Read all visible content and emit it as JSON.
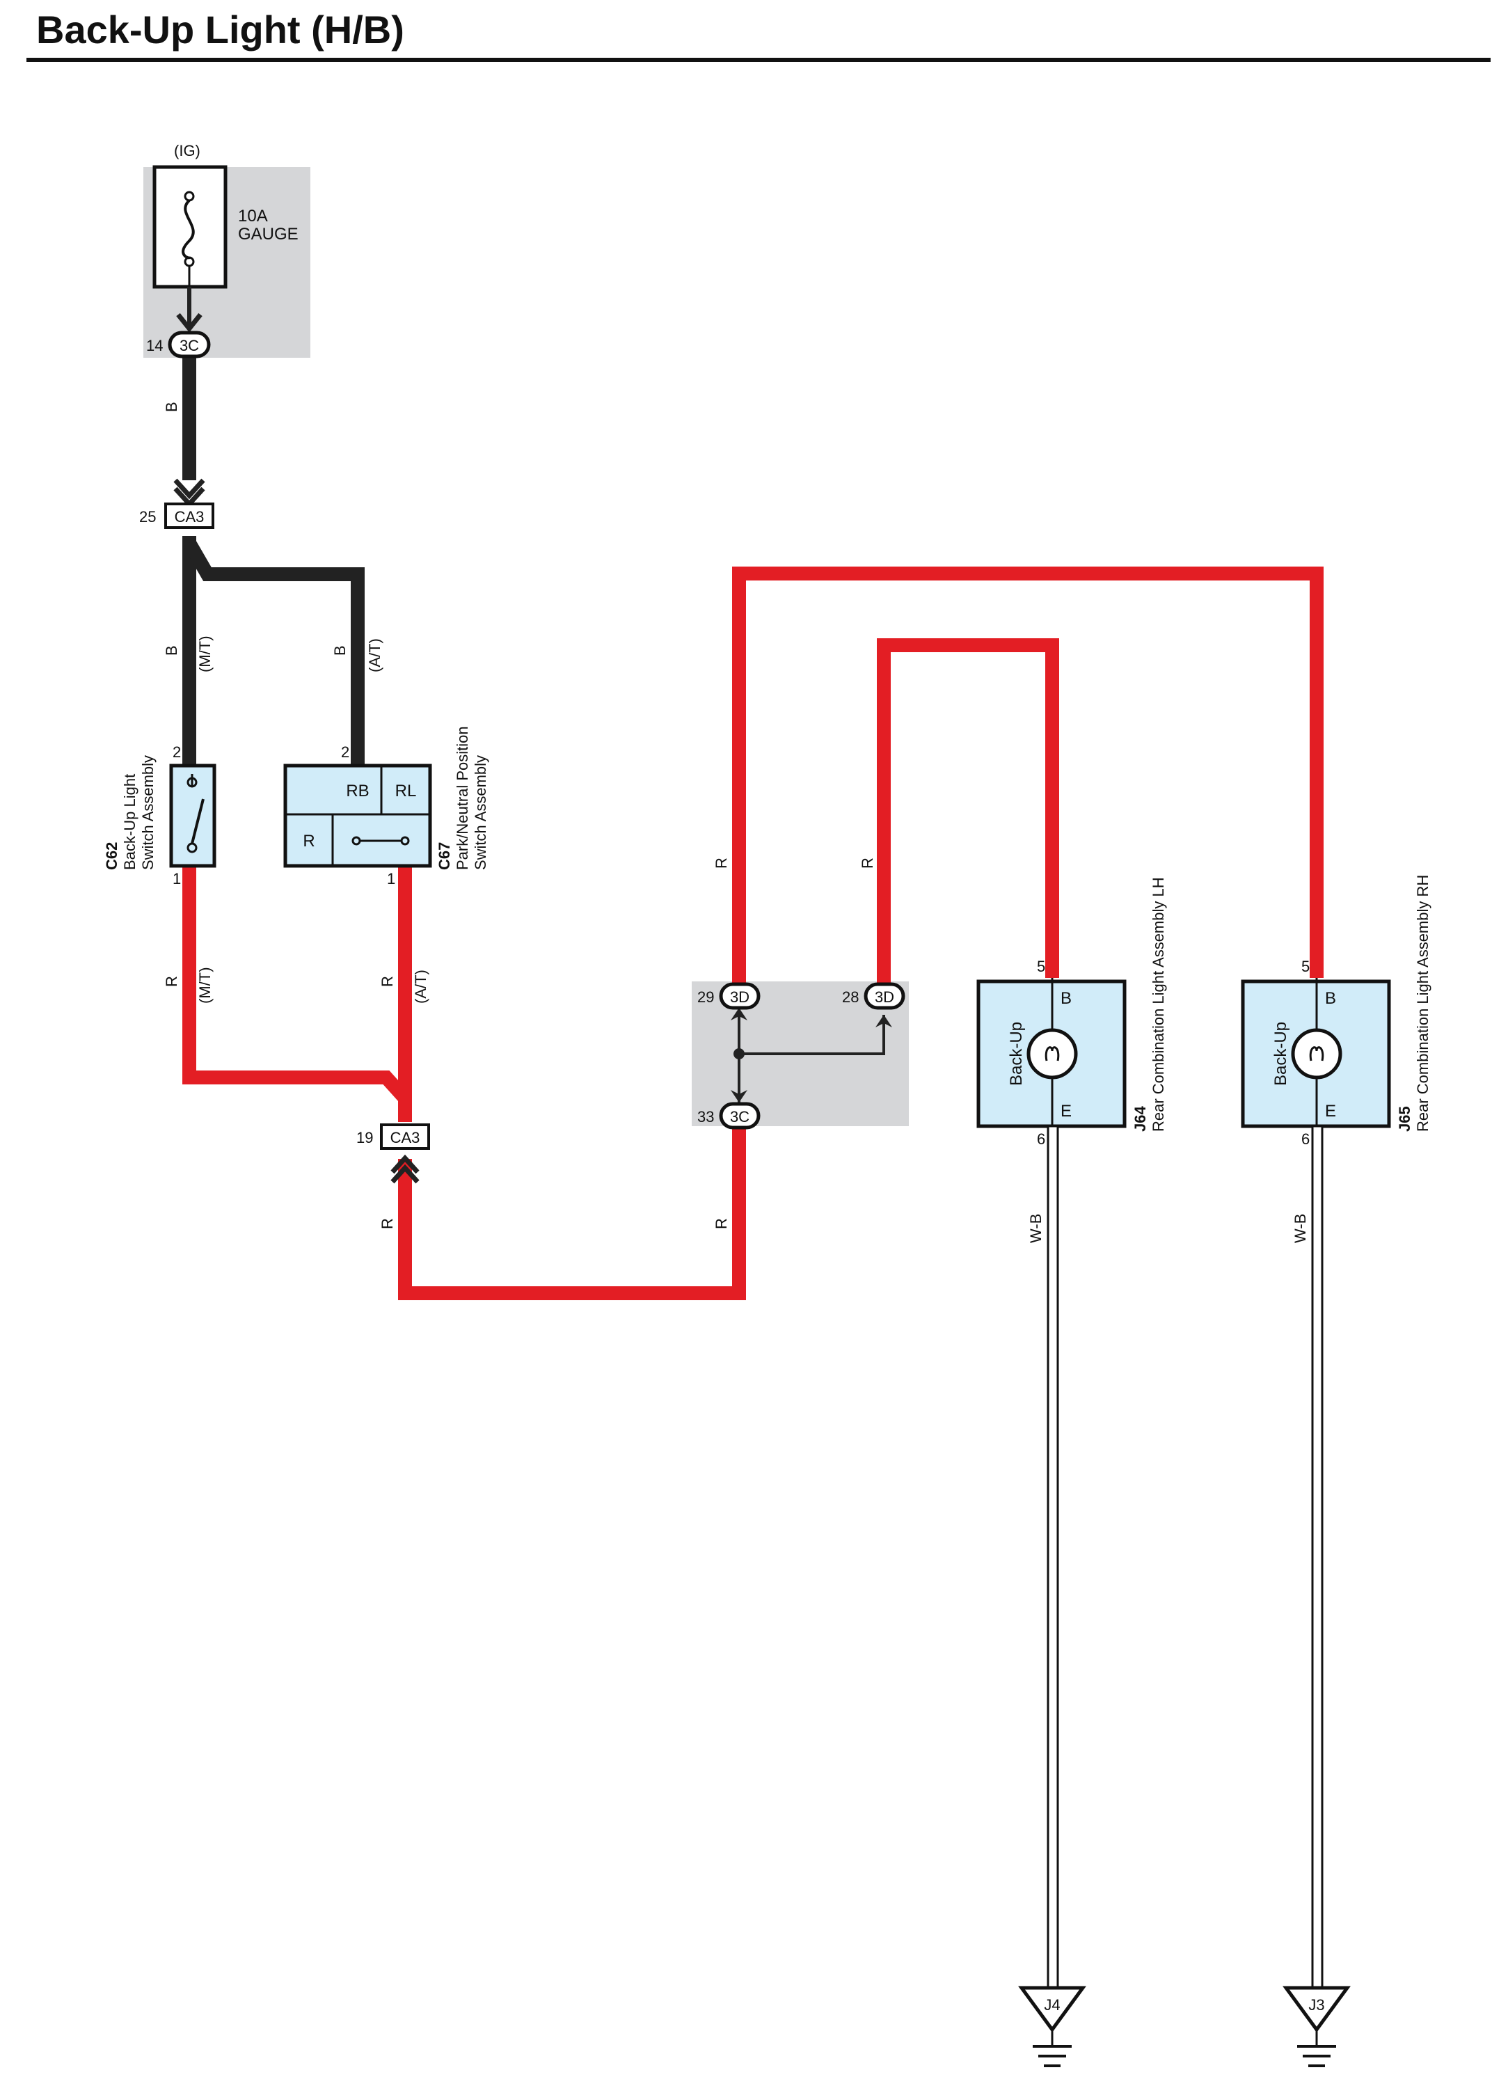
{
  "title": "Back-Up Light (H/B)",
  "colors": {
    "red_wire": "#e31e24",
    "black_wire": "#222222",
    "component_fill": "#d1ecf9",
    "junction_fill": "#d5d6d8"
  },
  "fuse": {
    "source": "(IG)",
    "rating": "10A",
    "name": "GAUGE"
  },
  "connectors": {
    "c3c_14": {
      "pin": "14",
      "code": "3C"
    },
    "ca3_25": {
      "pin": "25",
      "code": "CA3"
    },
    "ca3_19": {
      "pin": "19",
      "code": "CA3"
    },
    "d3d_29": {
      "pin": "29",
      "code": "3D"
    },
    "d3d_28": {
      "pin": "28",
      "code": "3D"
    },
    "c3c_33": {
      "pin": "33",
      "code": "3C"
    }
  },
  "wires": {
    "b_main": "B",
    "b_mt": "B",
    "mt": "(M/T)",
    "b_at": "B",
    "at": "(A/T)",
    "r_mt": "R",
    "mt2": "(M/T)",
    "r_at": "R",
    "at2": "(A/T)",
    "r_bottom": "R",
    "r_junction_bottom": "R",
    "r_left_up": "R",
    "r_right_up": "R",
    "wb_lh": "W-B",
    "wb_rh": "W-B"
  },
  "components": {
    "c62": {
      "code": "C62",
      "name_line1": "Back-Up Light",
      "name_line2": "Switch Assembly",
      "pin_top": "2",
      "pin_bottom": "1"
    },
    "c67": {
      "code": "C67",
      "name_line1": "Park/Neutral Position",
      "name_line2": "Switch Assembly",
      "pin_top": "2",
      "pin_bottom": "1",
      "cell_rb": "RB",
      "cell_rl": "RL",
      "cell_r": "R"
    },
    "j64": {
      "code": "J64",
      "name": "Rear Combination Light Assembly LH",
      "pin_top": "5",
      "pin_bottom": "6",
      "term_b": "B",
      "term_e": "E",
      "bulb": "Back-Up"
    },
    "j65": {
      "code": "J65",
      "name": "Rear Combination Light Assembly RH",
      "pin_top": "5",
      "pin_bottom": "6",
      "term_b": "B",
      "term_e": "E",
      "bulb": "Back-Up"
    }
  },
  "grounds": {
    "lh": "J4",
    "rh": "J3"
  }
}
